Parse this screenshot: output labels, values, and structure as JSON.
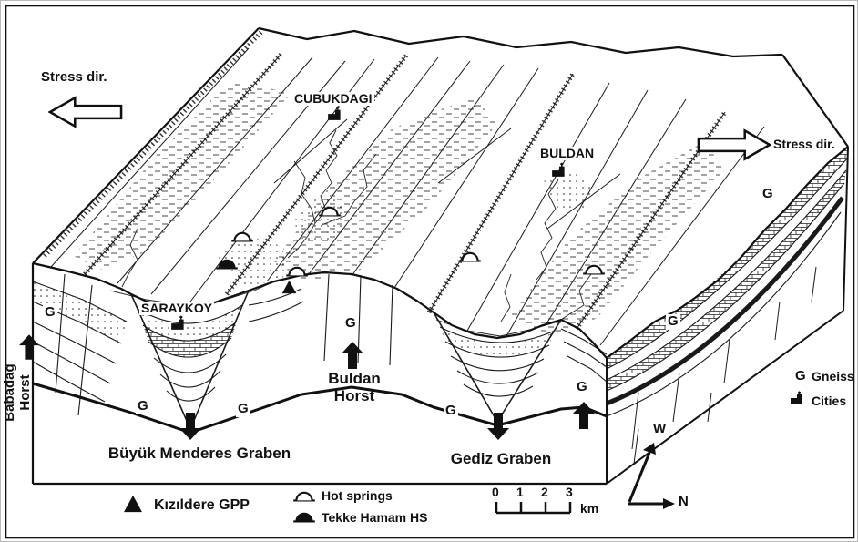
{
  "stress": {
    "left": "Stress dir.",
    "right": "Stress dir."
  },
  "cities": {
    "cubukdagi": "CUBUKDAGI",
    "buldan": "BULDAN",
    "saraykoy": "SARAYKOY"
  },
  "structures": {
    "babadag": {
      "line1": "Babadag",
      "line2": "Horst"
    },
    "buldan_horst": {
      "line1": "Buldan",
      "line2": "Horst"
    },
    "bmg": "Büyük Menderes Graben",
    "gediz": "Gediz Graben"
  },
  "g_marks": [
    "G",
    "G",
    "G",
    "G",
    "G",
    "G",
    "G",
    "G"
  ],
  "legend": {
    "gneiss_symbol": "G",
    "gneiss": "Gneiss",
    "cities": "Cities",
    "kizildere": "Kızıldere GPP",
    "hot_springs": "Hot springs",
    "tekke_hamam": "Tekke Hamam HS"
  },
  "scale": {
    "ticks": [
      "0",
      "1",
      "2",
      "3"
    ],
    "unit": "km"
  },
  "compass": {
    "w": "W",
    "n": "N"
  }
}
